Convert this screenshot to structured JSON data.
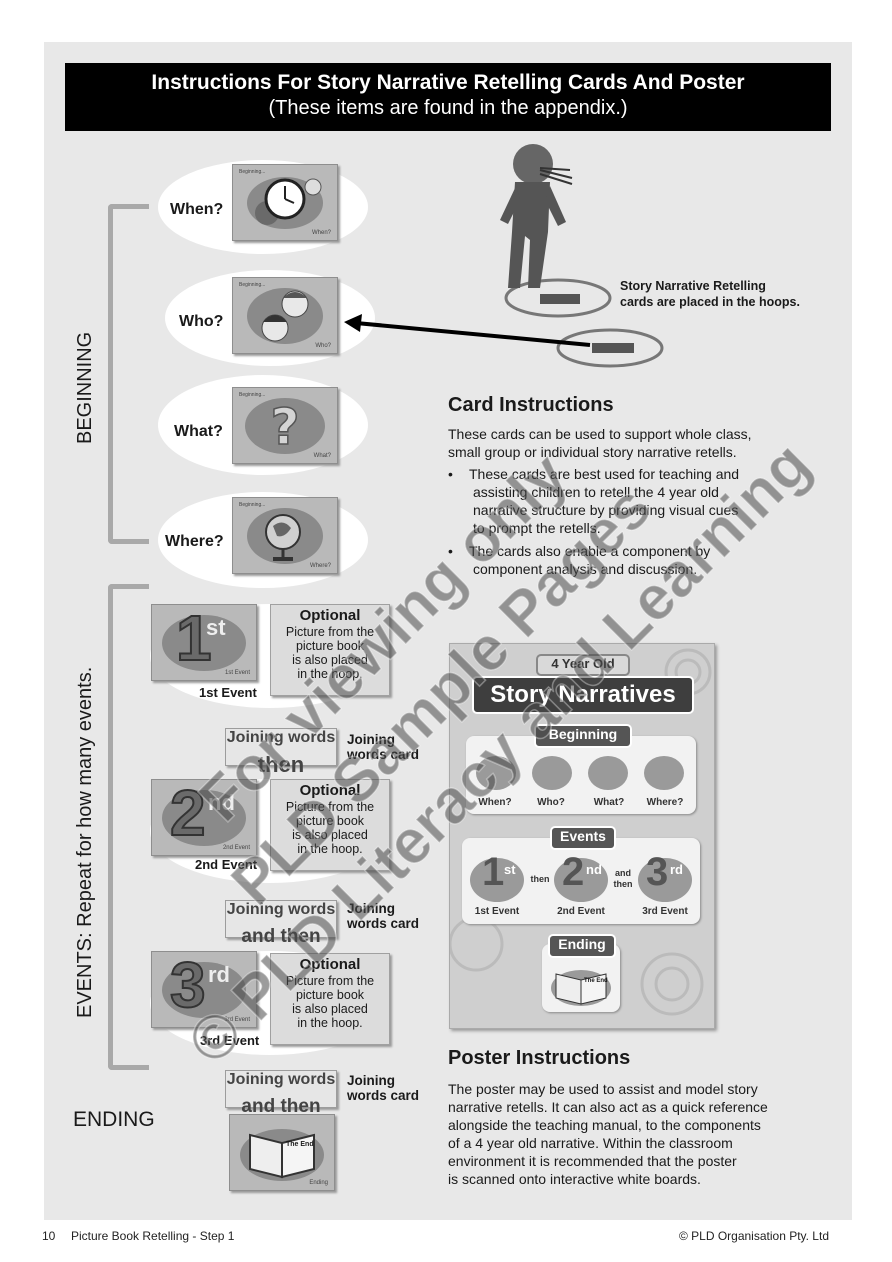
{
  "header": {
    "title": "Instructions For Story Narrative Retelling Cards And Poster",
    "subtitle": "(These items are found in the appendix.)"
  },
  "sections": {
    "beginning": "BEGINNING",
    "events": "EVENTS: Repeat for how many events.",
    "ending": "ENDING"
  },
  "beginning_cards": [
    {
      "question": "When?",
      "card_top": "Beginning...",
      "card_label": "When?"
    },
    {
      "question": "Who?",
      "card_top": "Beginning...",
      "card_label": "Who?"
    },
    {
      "question": "What?",
      "card_top": "Beginning...",
      "card_label": "What?"
    },
    {
      "question": "Where?",
      "card_top": "Beginning...",
      "card_label": "Where?"
    }
  ],
  "events": [
    {
      "num": "1",
      "sup": "st",
      "card_label": "1st Event",
      "caption": "1st Event"
    },
    {
      "num": "2",
      "sup": "nd",
      "card_label": "2nd Event",
      "caption": "2nd Event"
    },
    {
      "num": "3",
      "sup": "rd",
      "card_label": "3rd Event",
      "caption": "3rd Event"
    }
  ],
  "optional": {
    "title": "Optional",
    "text1": "Picture from the",
    "text2": "picture book",
    "text3": "is also placed",
    "text4": "in the hoop."
  },
  "joining": [
    {
      "word": "then",
      "tiny": "Joining words",
      "label1": "Joining",
      "label2": "words card"
    },
    {
      "word": "and then",
      "tiny": "Joining words",
      "label1": "Joining",
      "label2": "words card"
    },
    {
      "word": "and then",
      "tiny": "Joining words",
      "label1": "Joining",
      "label2": "words card"
    }
  ],
  "ending_card": {
    "book_text": "The End",
    "label": "Ending"
  },
  "figure_note": {
    "line1": "Story Narrative Retelling",
    "line2": "cards are placed in the hoops."
  },
  "card_instructions": {
    "heading": "Card Instructions",
    "intro1": "These cards can be used to support whole class,",
    "intro2": "small group or individual story narrative retells.",
    "bullet1": [
      "These cards are best used for teaching and",
      "assisting children to retell the 4 year old",
      "narrative structure by providing visual cues",
      "to prompt the retells."
    ],
    "bullet2": [
      "The cards also enable a component by",
      "component analysis and discussion."
    ]
  },
  "poster": {
    "age": "4 Year Old",
    "title": "Story Narratives",
    "beginning": "Beginning",
    "begin_labels": [
      "When?",
      "Who?",
      "What?",
      "Where?"
    ],
    "events": "Events",
    "event_nums": [
      {
        "n": "1",
        "s": "st"
      },
      {
        "n": "2",
        "s": "nd"
      },
      {
        "n": "3",
        "s": "rd"
      }
    ],
    "join1": "then",
    "join2a": "and",
    "join2b": "then",
    "event_labels": [
      "1st Event",
      "2nd Event",
      "3rd Event"
    ],
    "ending": "Ending",
    "book": "The End"
  },
  "poster_instructions": {
    "heading": "Poster Instructions",
    "lines": [
      "The poster may be used to assist and model story",
      "narrative retells. It can also act as a quick reference",
      "alongside the teaching manual, to the components",
      "of a 4 year old narrative. Within the classroom",
      "environment it is recommended that the poster",
      "is scanned onto interactive white boards."
    ]
  },
  "watermark": {
    "line1": "For viewing only",
    "line2": "PLD Sample Pages",
    "line3": "© PLD Literacy and Learning"
  },
  "footer": {
    "page": "10",
    "title": "Picture Book Retelling - Step 1",
    "copyright": "© PLD Organisation Pty. Ltd"
  }
}
